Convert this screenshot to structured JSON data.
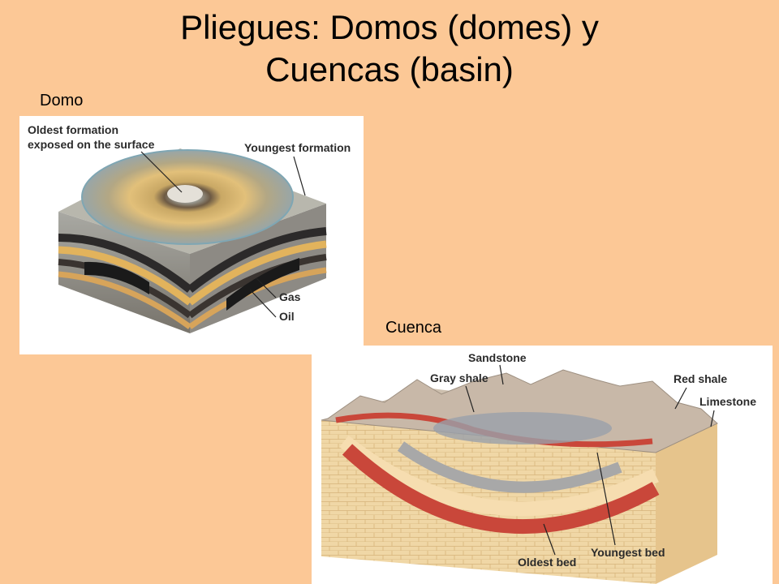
{
  "slide": {
    "title_line1": "Pliegues: Domos (domes) y",
    "title_line2": "Cuencas (basin)"
  },
  "dome": {
    "caption": "Domo",
    "labels": {
      "oldest_line1": "Oldest formation",
      "oldest_line2": "exposed on the surface",
      "youngest": "Youngest formation",
      "gas": "Gas",
      "oil": "Oil"
    }
  },
  "basin": {
    "caption": "Cuenca",
    "labels": {
      "sandstone": "Sandstone",
      "gray_shale": "Gray shale",
      "red_shale": "Red shale",
      "limestone": "Limestone",
      "oldest_bed": "Oldest bed",
      "youngest_bed": "Youngest bed"
    }
  }
}
